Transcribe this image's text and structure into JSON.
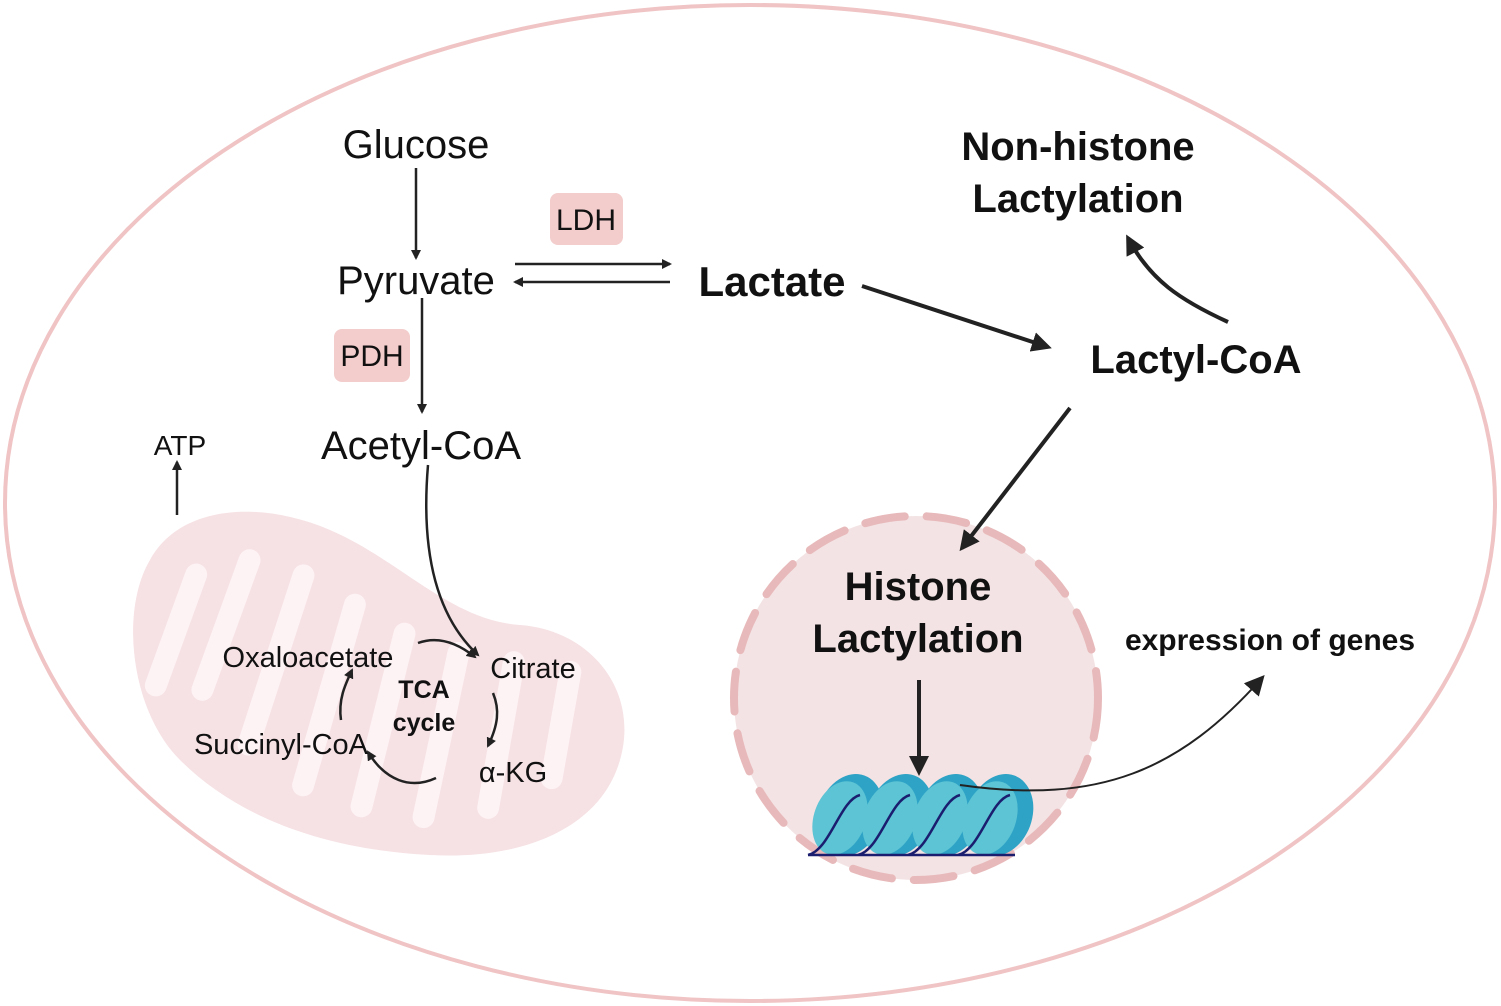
{
  "labels": {
    "glucose": "Glucose",
    "pyruvate": "Pyruvate",
    "ldh": "LDH",
    "pdh": "PDH",
    "lactate": "Lactate",
    "acetyl_coa": "Acetyl-CoA",
    "atp": "ATP",
    "lactyl_coa": "Lactyl-CoA",
    "nonhistone_1": "Non-histone",
    "nonhistone_2": "Lactylation",
    "histone_1": "Histone",
    "histone_2": "Lactylation",
    "expression": "expression of genes",
    "oxaloacetate": "Oxaloacetate",
    "citrate": "Citrate",
    "akg": "α-KG",
    "succinyl_coa": "Succinyl-CoA",
    "tca_1": "TCA",
    "tca_2": "cycle"
  },
  "colors": {
    "cell_border": "#f0c4c4",
    "enzyme_box": "#f3cccc",
    "mito_fill": "#f6e1e4",
    "mito_cristae": "#fdf2f4",
    "nucleus_fill": "#f3e3e4",
    "nucleus_border": "#e8b9ba",
    "histone_light": "#5cc4d4",
    "histone_dark": "#2ea3c6",
    "dna": "#1b1d6e"
  }
}
